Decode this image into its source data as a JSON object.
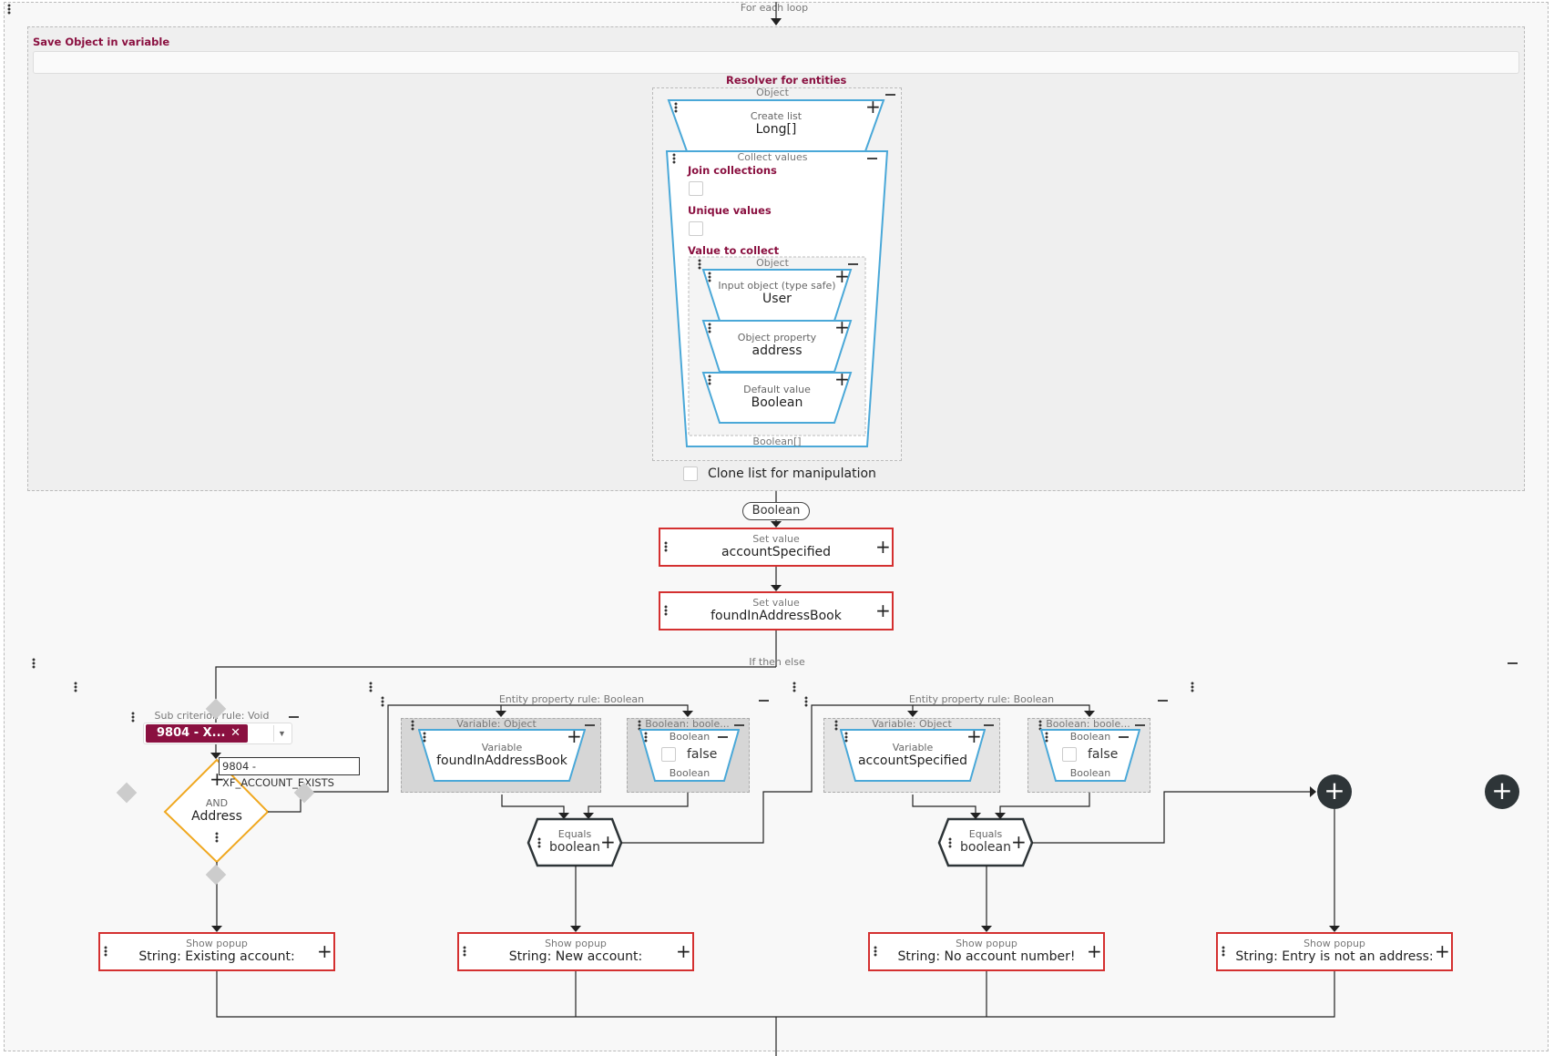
{
  "outer": {
    "title": "For each loop"
  },
  "save_obj": {
    "label": "Save Object in variable",
    "input_value": ""
  },
  "resolver": {
    "label": "Resolver for entities",
    "object_caption": "Object",
    "create_list": {
      "t1": "Create list",
      "t2": "Long[]"
    },
    "collect": {
      "caption": "Collect values",
      "join": "Join collections",
      "unique": "Unique values",
      "value": "Value to collect",
      "bottom": "Boolean[]"
    },
    "inner_object_caption": "Object",
    "input_obj": {
      "t1": "Input object (type safe)",
      "t2": "User"
    },
    "obj_prop": {
      "t1": "Object property",
      "t2": "address"
    },
    "def_val": {
      "t1": "Default value",
      "t2": "Boolean"
    },
    "clone_label": "Clone list for manipulation"
  },
  "bool_pill": "Boolean",
  "set1": {
    "t1": "Set value",
    "t2": "accountSpecified"
  },
  "set2": {
    "t1": "Set value",
    "t2": "foundInAddressBook"
  },
  "ite": {
    "title": "If then else"
  },
  "sub": {
    "caption": "Sub criterion rule: Void",
    "chip": "9804 - X...",
    "tooltip": "9804 - XF_ACCOUNT_EXISTS",
    "and_t1": "AND",
    "and_t2": "Address"
  },
  "epr1": {
    "caption": "Entity property rule: Boolean",
    "var_caption": "Variable: Object",
    "var_t1": "Variable",
    "var_t2": "foundInAddressBook",
    "bool_caption": "Boolean: boole...",
    "bool_t1": "Boolean",
    "bool_value": "false",
    "bool_t3": "Boolean",
    "eq_t1": "Equals",
    "eq_t2": "boolean"
  },
  "epr2": {
    "caption": "Entity property rule: Boolean",
    "var_caption": "Variable: Object",
    "var_t1": "Variable",
    "var_t2": "accountSpecified",
    "bool_caption": "Boolean: boole...",
    "bool_t1": "Boolean",
    "bool_value": "false",
    "bool_t3": "Boolean",
    "eq_t1": "Equals",
    "eq_t2": "boolean"
  },
  "pop1": {
    "t1": "Show popup",
    "t2": "String: Existing account:"
  },
  "pop2": {
    "t1": "Show popup",
    "t2": "String: New account:"
  },
  "pop3": {
    "t1": "Show popup",
    "t2": "String: No account number!"
  },
  "pop4": {
    "t1": "Show popup",
    "t2": "String: Entry is not an address:"
  },
  "colors": {
    "accent": "#8a1040",
    "border_red": "#d43030",
    "node_blue": "#4aa8d8",
    "and_orange": "#f0a820",
    "dark": "#2e3538"
  }
}
